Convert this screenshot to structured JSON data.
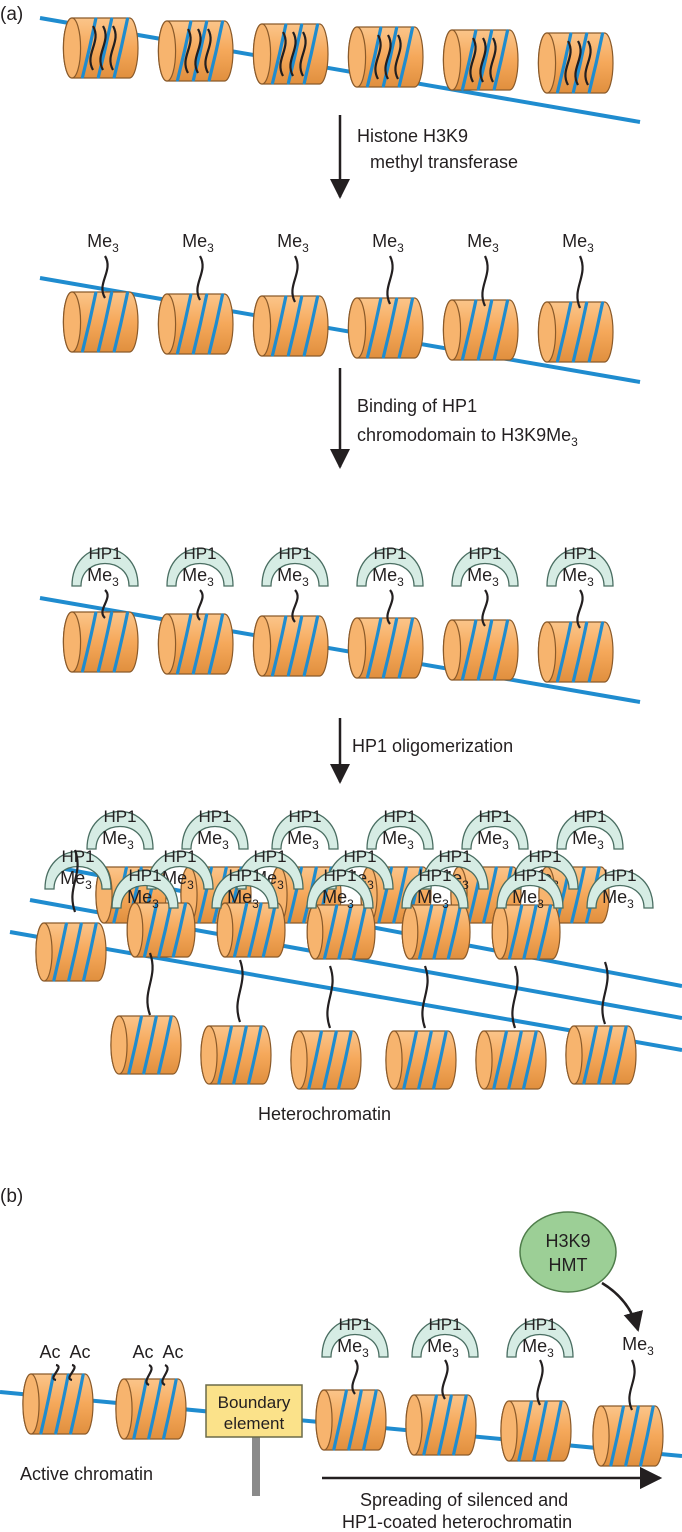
{
  "panels": {
    "a": "(a)",
    "b": "(b)"
  },
  "steps": {
    "step1_line1": "Histone H3K9",
    "step1_line2": "methyl transferase",
    "step2_line1": "Binding of HP1",
    "step2_line2": "chromodomain to H3K9Me",
    "step2_line2_sub": "3",
    "step3": "HP1 oligomerization"
  },
  "labels": {
    "me": "Me",
    "me_sub": "3",
    "hp1": "HP1",
    "ac": "Ac",
    "heterochromatin": "Heterochromatin",
    "boundary_line1": "Boundary",
    "boundary_line2": "element",
    "active_chromatin": "Active chromatin",
    "spreading_line1": "Spreading of silenced and",
    "spreading_line2": "HP1-coated heterochromatin",
    "hmt_line1": "H3K9",
    "hmt_line2": "HMT"
  },
  "colors": {
    "nucleosome_fill": "#f5a85a",
    "nucleosome_face": "#f7b46e",
    "dna_blue": "#1f8ccf",
    "hp1_fill": "#d6ece4",
    "hmt_fill": "#9ccf96",
    "boundary_fill": "#fbe28a",
    "tail": "#231f20"
  }
}
